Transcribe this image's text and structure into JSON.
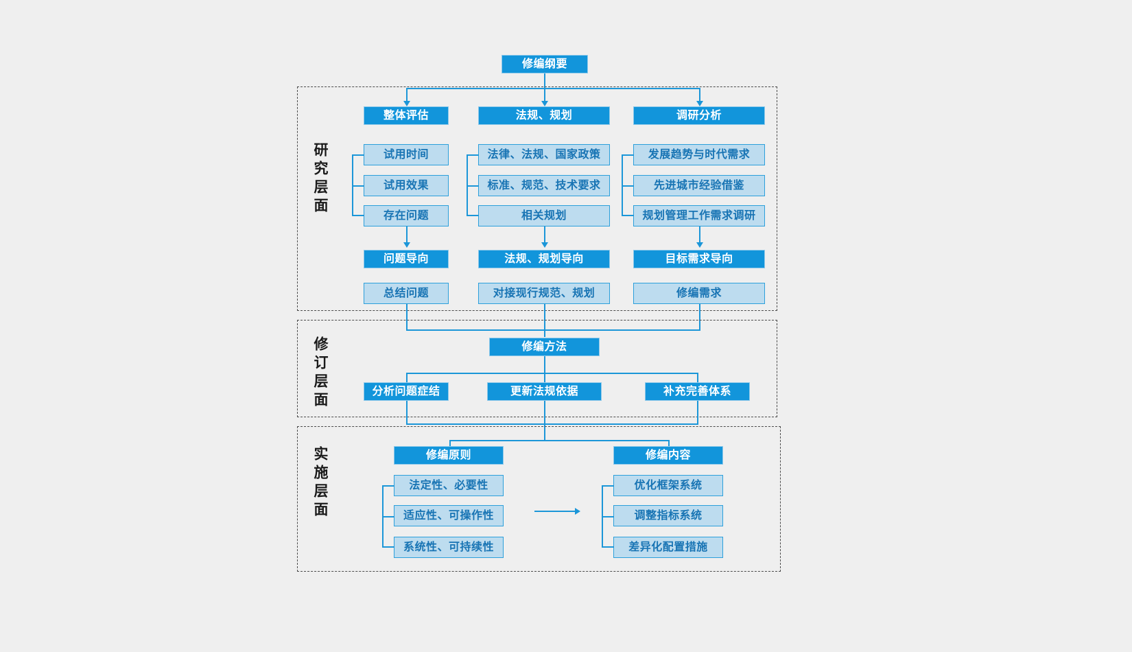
{
  "diagram": {
    "title": "修编纲要",
    "root": {
      "label": "修编纲要"
    },
    "layers": [
      {
        "id": "research",
        "label": "研究层面",
        "columns": [
          {
            "head": "整体评估",
            "items": [
              "试用时间",
              "试用效果",
              "存在问题"
            ],
            "orientation": "问题导向",
            "outcome": "总结问题"
          },
          {
            "head": "法规、规划",
            "items": [
              "法律、法规、国家政策",
              "标准、规范、技术要求",
              "相关规划"
            ],
            "orientation": "法规、规划导向",
            "outcome": "对接现行规范、规划"
          },
          {
            "head": "调研分析",
            "items": [
              "发展趋势与时代需求",
              "先进城市经验借鉴",
              "规划管理工作需求调研"
            ],
            "orientation": "目标需求导向",
            "outcome": "修编需求"
          }
        ]
      },
      {
        "id": "revision",
        "label": "修订层面",
        "head": "修编方法",
        "items": [
          "分析问题症结",
          "更新法规依据",
          "补充完善体系"
        ]
      },
      {
        "id": "implementation",
        "label": "实施层面",
        "groups": [
          {
            "head": "修编原则",
            "items": [
              "法定性、必要性",
              "适应性、可操作性",
              "系统性、可持续性"
            ]
          },
          {
            "head": "修编内容",
            "items": [
              "优化框架系统",
              "调整指标系统",
              "差异化配置措施"
            ]
          }
        ]
      }
    ],
    "colors": {
      "dark_fill": "#1295db",
      "light_fill": "#bddcef",
      "light_border": "#2b9fdb",
      "light_text": "#1874b4",
      "connector": "#1b96d8",
      "background": "#efefef",
      "layer_border": "#4a4a4a"
    }
  }
}
